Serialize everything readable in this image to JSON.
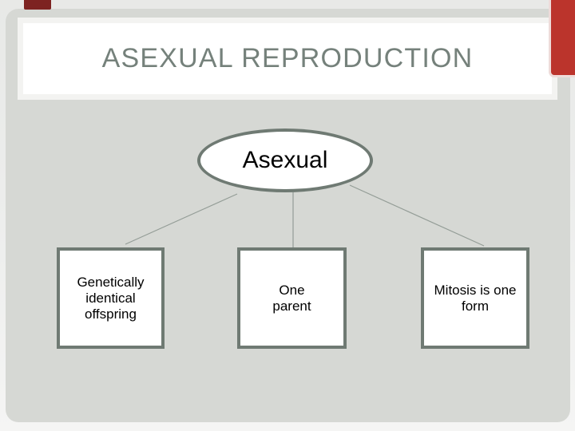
{
  "slide": {
    "title": "ASEXUAL REPRODUCTION",
    "diagram": {
      "root": {
        "label": "Asexual"
      },
      "children": [
        {
          "label": "Genetically\nidentical\noffspring"
        },
        {
          "label": "One\nparent"
        },
        {
          "label": "Mitosis is one\nform"
        }
      ]
    },
    "colors": {
      "mat_background": "#d6d8d4",
      "shape_border": "#6f7a73",
      "shape_fill": "#ffffff",
      "title_text": "#75817b",
      "node_text": "#000000",
      "connector_line": "#949d97",
      "accent_dark_red": "#7d2321",
      "accent_red": "#bb342c"
    }
  }
}
